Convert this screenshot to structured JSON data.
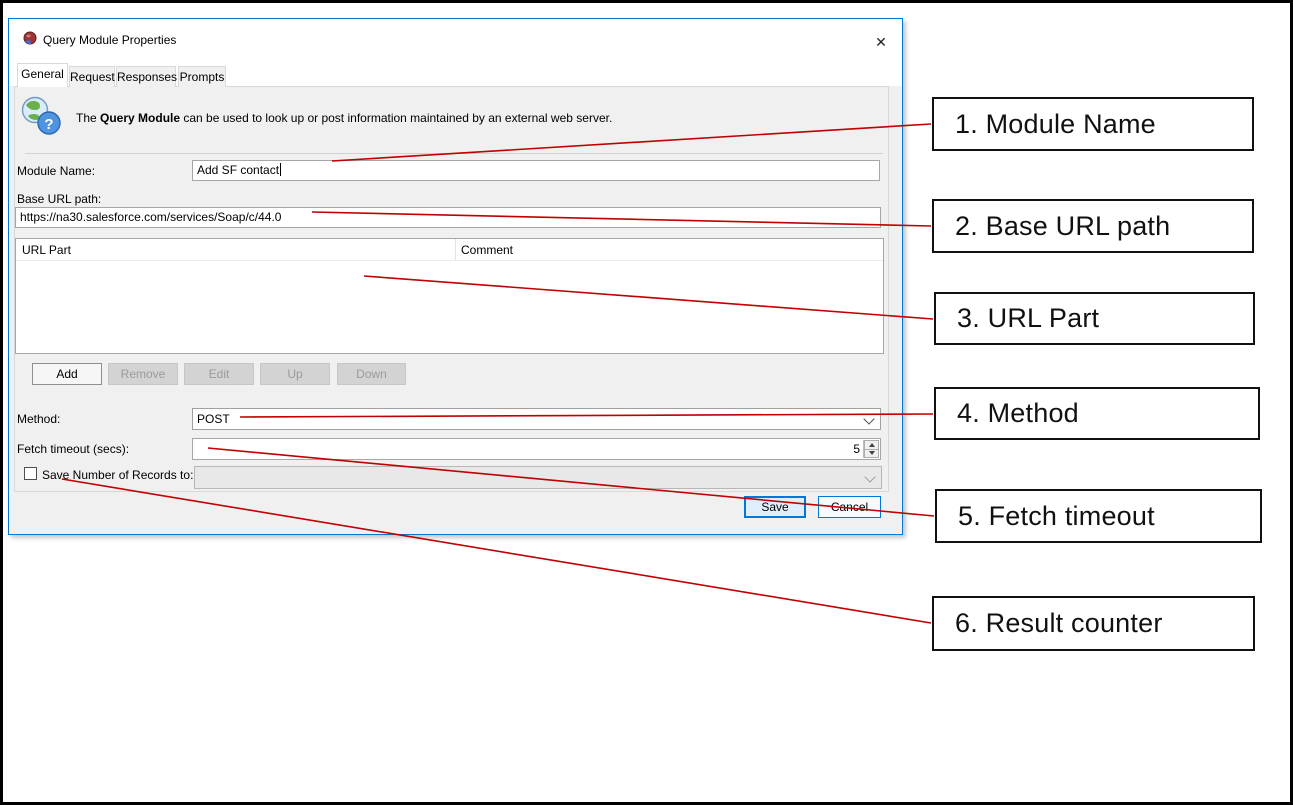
{
  "window": {
    "title": "Query Module Properties",
    "close_icon": "✕"
  },
  "tabs": [
    {
      "label": "General",
      "active": true
    },
    {
      "label": "Request",
      "active": false
    },
    {
      "label": "Responses",
      "active": false
    },
    {
      "label": "Prompts",
      "active": false
    }
  ],
  "intro": {
    "pre": "The ",
    "bold": "Query Module",
    "post": " can be used to look up or post information maintained by an external web server."
  },
  "form": {
    "module_name": {
      "label": "Module Name:",
      "value": "Add SF contact"
    },
    "base_url": {
      "label": "Base URL path:",
      "value": "https://na30.salesforce.com/services/Soap/c/44.0"
    },
    "url_parts": {
      "columns": [
        "URL Part",
        "Comment"
      ],
      "rows": [],
      "actions": [
        {
          "label": "Add",
          "enabled": true
        },
        {
          "label": "Remove",
          "enabled": false
        },
        {
          "label": "Edit",
          "enabled": false
        },
        {
          "label": "Up",
          "enabled": false
        },
        {
          "label": "Down",
          "enabled": false
        }
      ]
    },
    "method": {
      "label": "Method:",
      "value": "POST"
    },
    "fetch_timeout": {
      "label": "Fetch timeout (secs):",
      "value": "5"
    },
    "save_records": {
      "label": "Save Number of Records to:",
      "checked": false,
      "value": ""
    }
  },
  "footer": {
    "save": "Save",
    "cancel": "Cancel"
  },
  "callouts": [
    {
      "label": "1. Module Name"
    },
    {
      "label": "2. Base URL path"
    },
    {
      "label": "3. URL Part"
    },
    {
      "label": "4. Method"
    },
    {
      "label": "5. Fetch timeout"
    },
    {
      "label": "6. Result counter"
    }
  ],
  "colors": {
    "accent": "#0078d7",
    "annotation": "#c00000"
  }
}
